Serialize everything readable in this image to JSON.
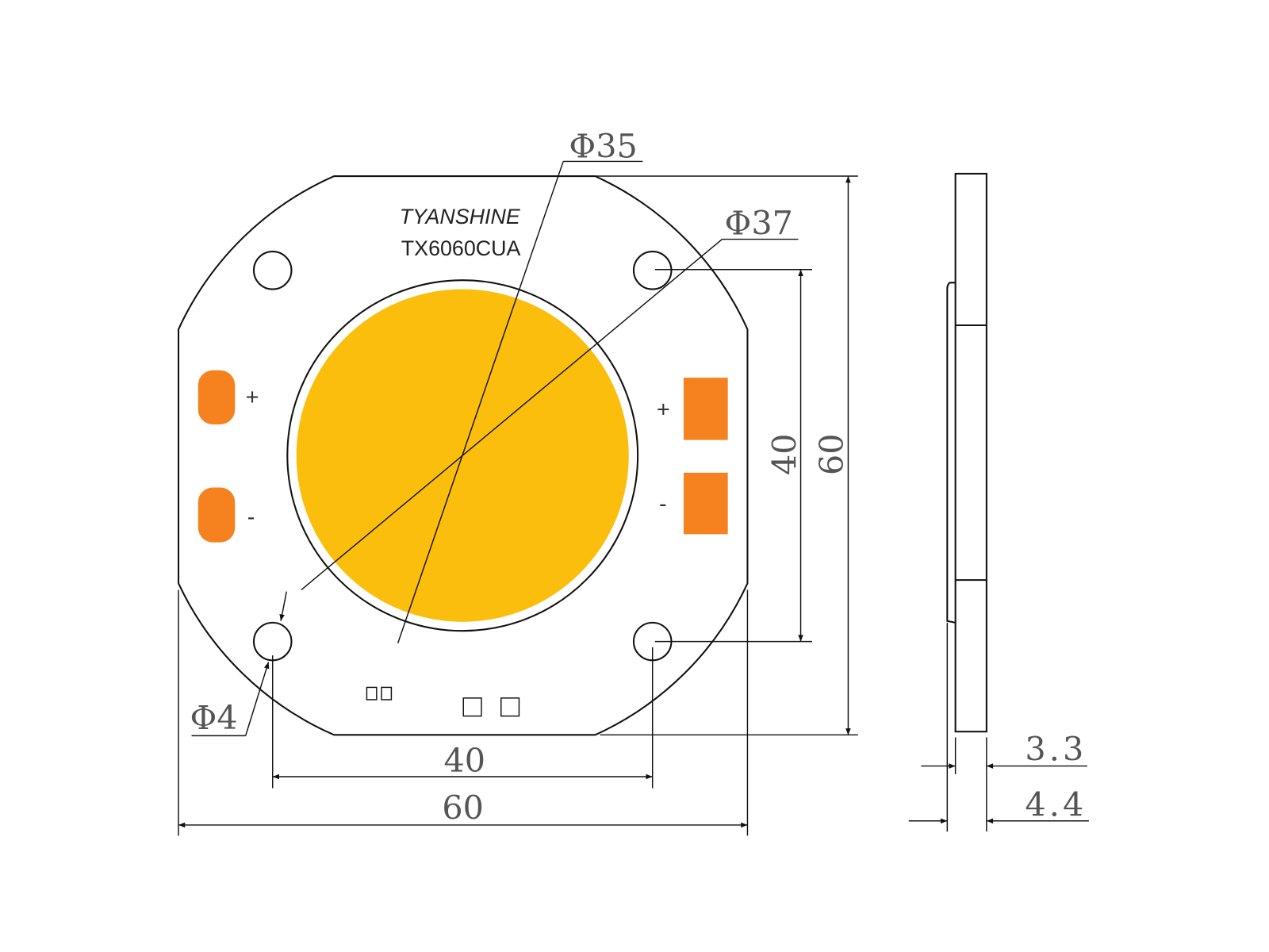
{
  "title": "TX6060CUA COB LED dimension drawing",
  "board": {
    "brand": "TYANSHINE",
    "model": "TX6060CUA",
    "pad_labels": {
      "left_plus": "+",
      "left_minus": "-",
      "right_plus": "+",
      "right_minus": "-"
    }
  },
  "dimensions": {
    "phi35": "Φ35",
    "phi37": "Φ37",
    "phi4": "Φ4",
    "hole_spacing_h": "40",
    "board_width": "60",
    "hole_spacing_v": "40",
    "board_height": "60",
    "thickness_substrate": "3.3",
    "thickness_total": "4.4"
  },
  "colors": {
    "phosphor": "#FBBE0C",
    "pad": "#F5821F",
    "line": "#111111"
  }
}
